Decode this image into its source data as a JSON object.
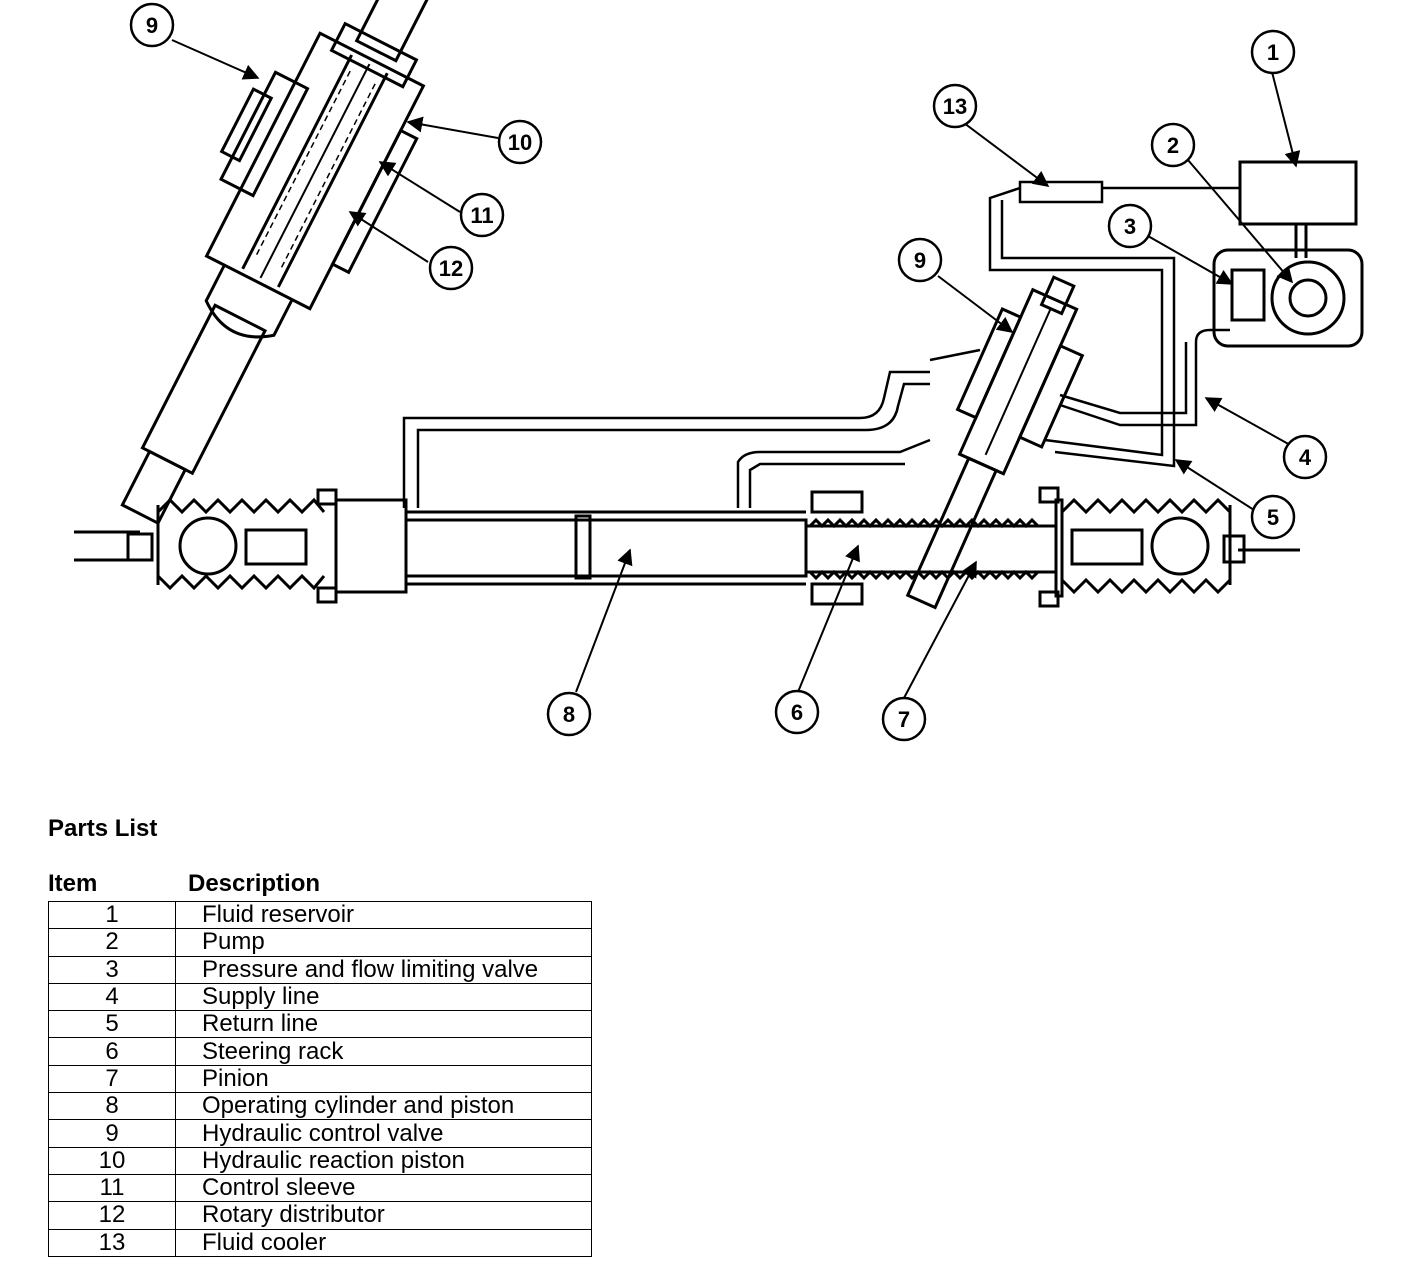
{
  "callouts": [
    "1",
    "2",
    "3",
    "4",
    "5",
    "6",
    "7",
    "8",
    "9",
    "9",
    "10",
    "11",
    "12",
    "13"
  ],
  "parts_list": {
    "title": "Parts List",
    "headers": {
      "item": "Item",
      "description": "Description"
    },
    "rows": [
      {
        "item": "1",
        "description": "Fluid reservoir"
      },
      {
        "item": "2",
        "description": "Pump"
      },
      {
        "item": "3",
        "description": "Pressure and flow limiting valve"
      },
      {
        "item": "4",
        "description": "Supply line"
      },
      {
        "item": "5",
        "description": "Return line"
      },
      {
        "item": "6",
        "description": "Steering rack"
      },
      {
        "item": "7",
        "description": "Pinion"
      },
      {
        "item": "8",
        "description": "Operating cylinder and piston"
      },
      {
        "item": "9",
        "description": "Hydraulic control valve"
      },
      {
        "item": "10",
        "description": "Hydraulic reaction piston"
      },
      {
        "item": "11",
        "description": "Control sleeve"
      },
      {
        "item": "12",
        "description": "Rotary distributor"
      },
      {
        "item": "13",
        "description": "Fluid cooler"
      }
    ]
  }
}
